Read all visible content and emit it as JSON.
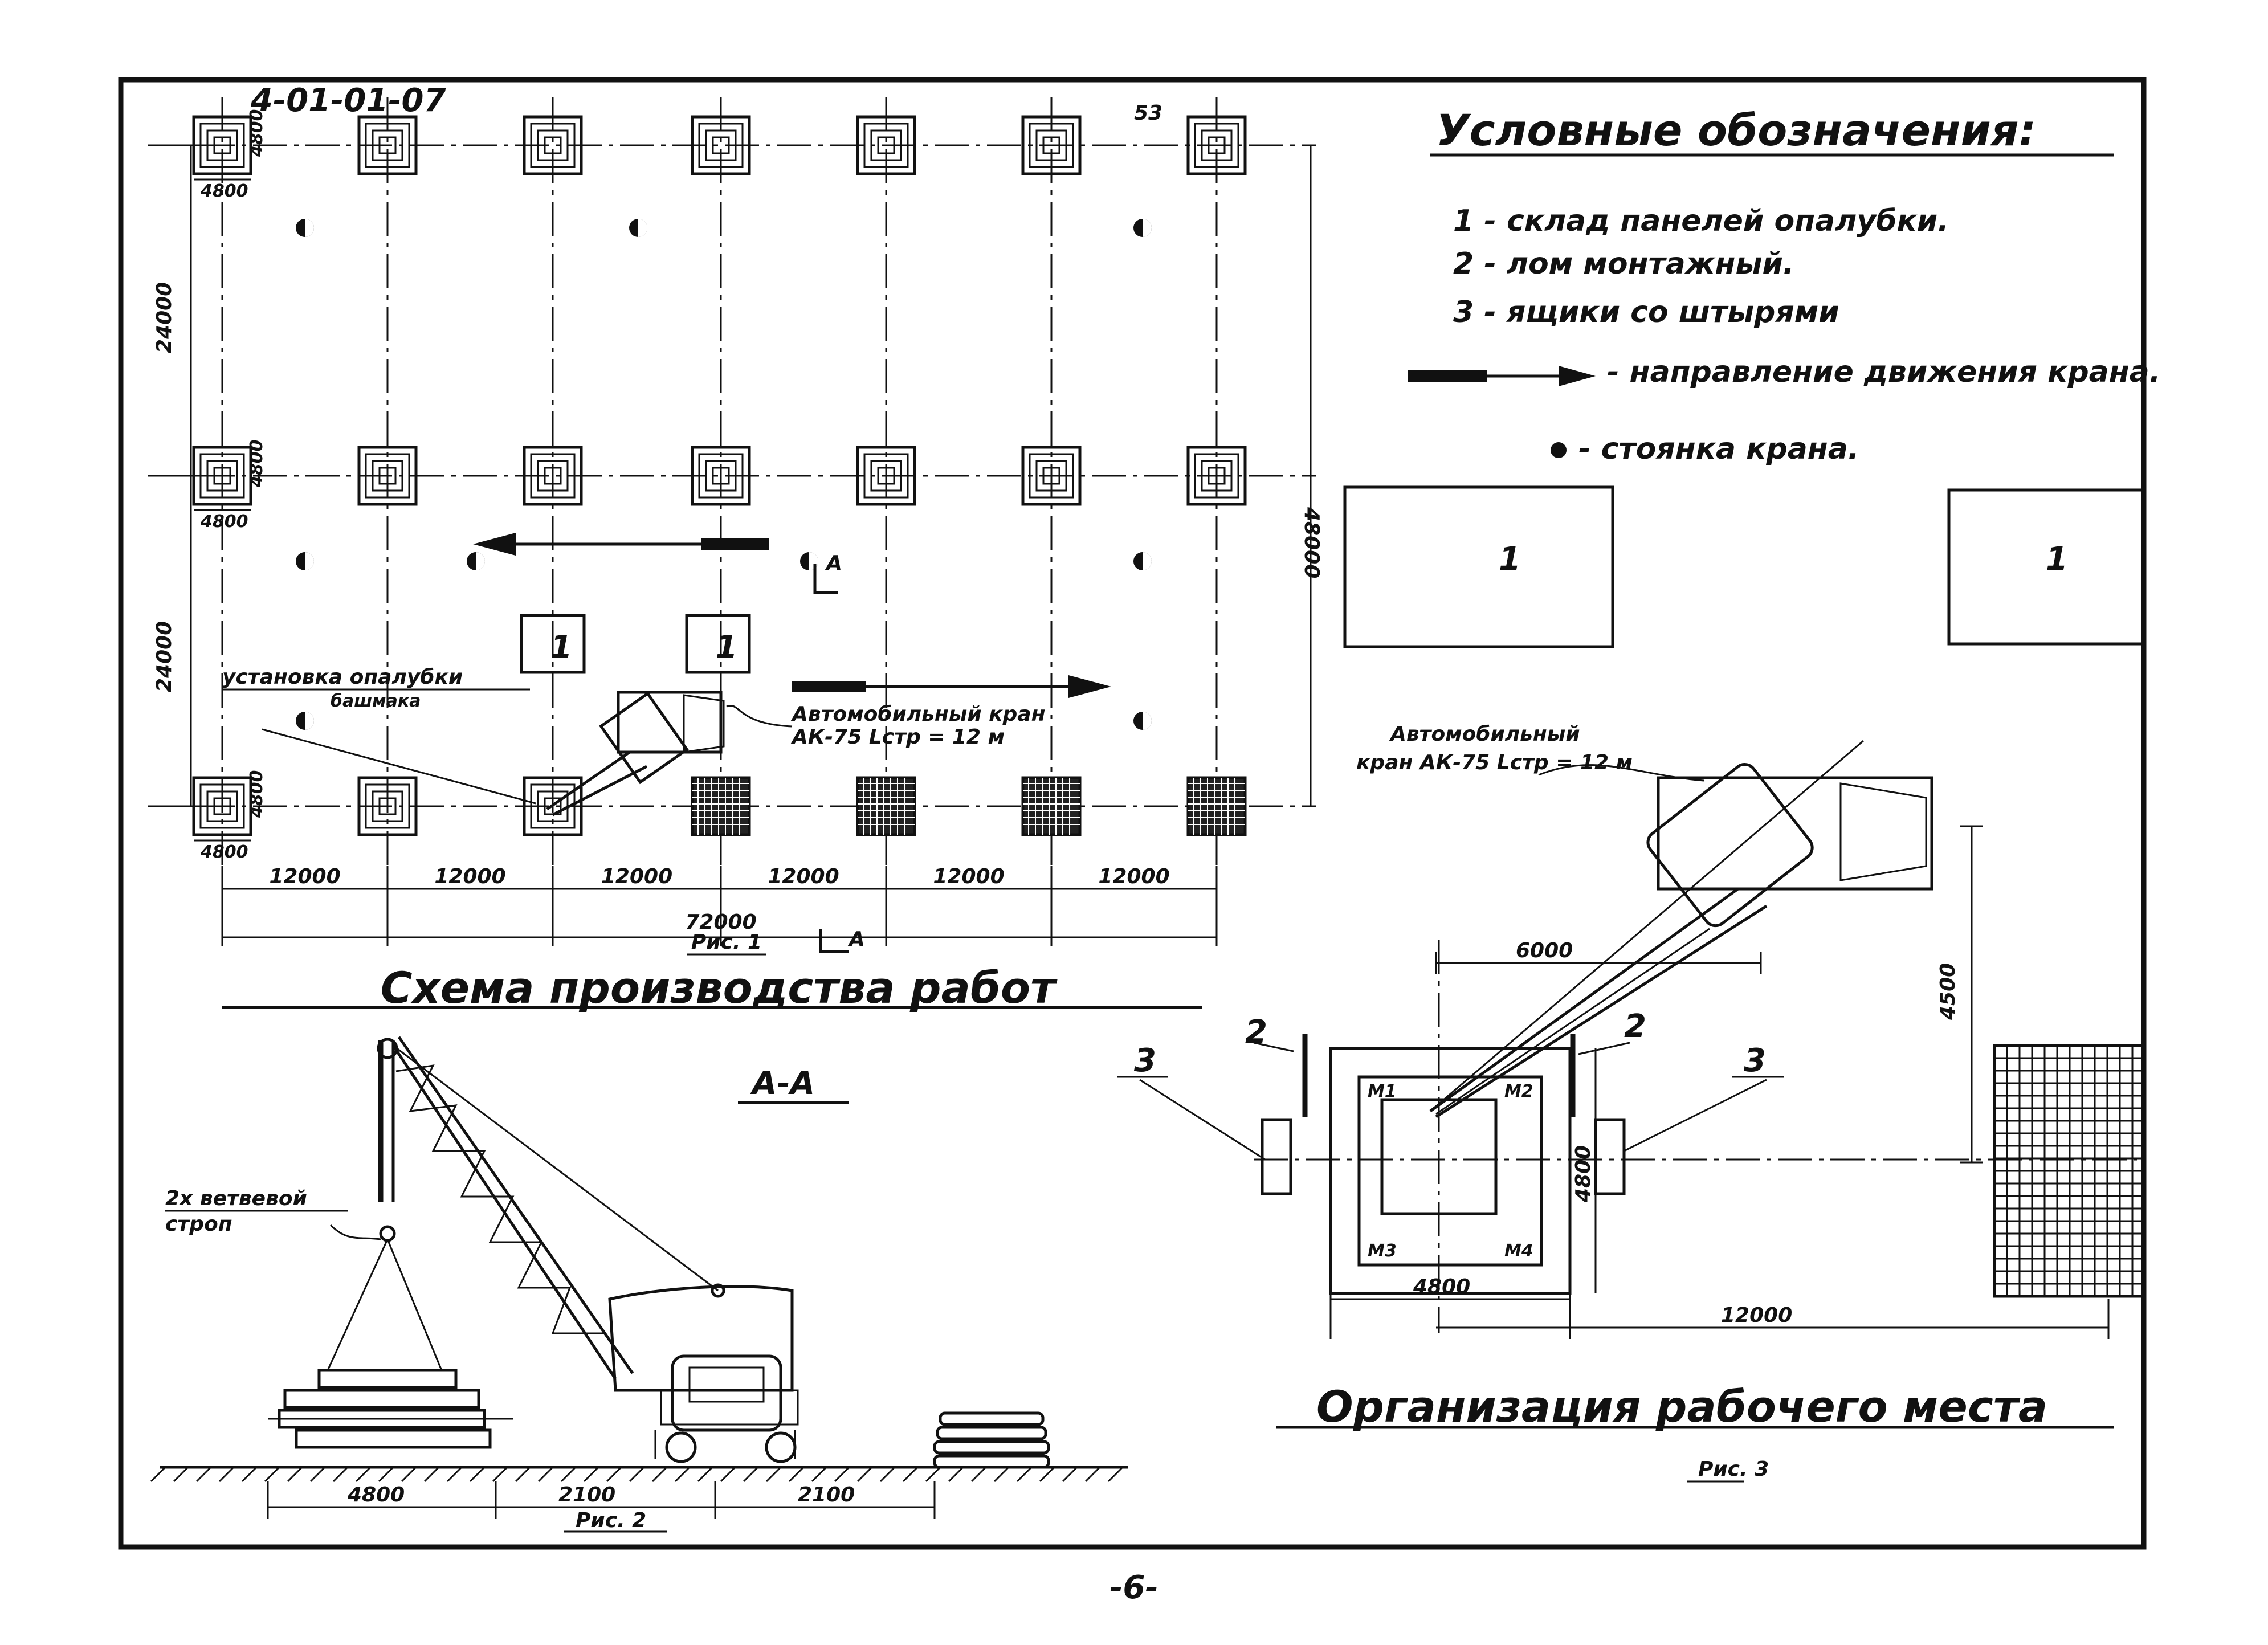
{
  "sheet": {
    "code": "4-01-01-07",
    "page_number": "53",
    "footer_number": "-6-"
  },
  "legend": {
    "title": "Условные обозначения:",
    "items": [
      "1 - склад панелей опалубки.",
      "2 - лом монтажный.",
      "3 - ящики со штырями"
    ],
    "arrow_label": "- направление движения крана.",
    "dot_label": "- стоянка крана."
  },
  "fig1": {
    "caption": "Рис. 1",
    "title": "Схема производства работ",
    "dims": {
      "bay": "12000",
      "total": "72000",
      "span_top": "24000",
      "span_bottom": "24000",
      "total_vertical": "48000",
      "footing": "4800"
    },
    "warehouse_label": "1",
    "section_mark": "А",
    "note_install": "установка опалубки башмака",
    "note_crane": "Автомобильный кран АК-75 Lстр = 12 м"
  },
  "fig2": {
    "section_title": "А-А",
    "caption": "Рис. 2",
    "sling_label": "2х ветвевой строп",
    "dims": [
      "4800",
      "2100",
      "2100"
    ]
  },
  "fig3": {
    "caption": "Рис. 3",
    "title": "Организация рабочего места",
    "crane_label": "Автомобильный кран АК-75 Lстр = 12 м",
    "warehouse_label": "1",
    "lom_label": "2",
    "box_label": "3",
    "dims": {
      "reach": "6000",
      "offset": "4500",
      "footing": "4800",
      "bay": "12000"
    },
    "anchors": [
      "М1",
      "М2",
      "М3",
      "М4"
    ]
  }
}
